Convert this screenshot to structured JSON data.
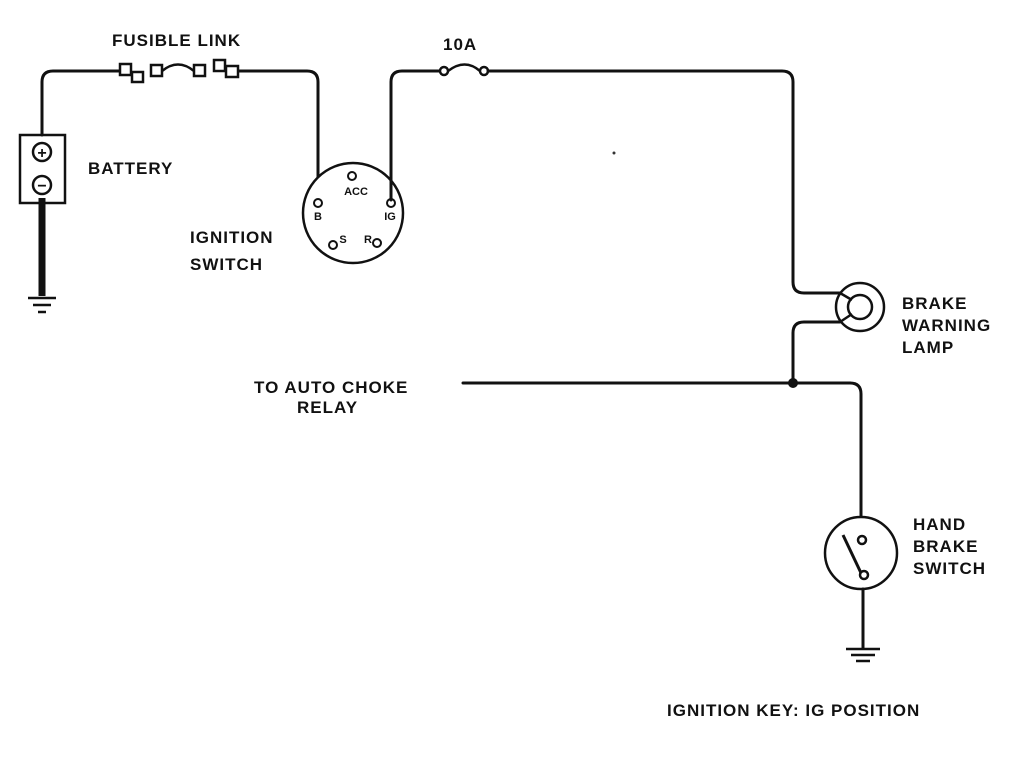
{
  "labels": {
    "fusible_link": "FUSIBLE LINK",
    "fuse": "10A",
    "battery": "BATTERY",
    "ignition_switch_line1": "IGNITION",
    "ignition_switch_line2": "SWITCH",
    "terminal_acc": "ACC",
    "terminal_b": "B",
    "terminal_ig": "IG",
    "terminal_s": "S",
    "terminal_r": "R",
    "brake_lamp_line1": "BRAKE",
    "brake_lamp_line2": "WARNING",
    "brake_lamp_line3": "LAMP",
    "choke_line1": "TO AUTO CHOKE",
    "choke_line2": "RELAY",
    "hand_brake_line1": "HAND",
    "hand_brake_line2": "BRAKE",
    "hand_brake_line3": "SWITCH",
    "caption": "IGNITION KEY: IG POSITION"
  },
  "symbols": {
    "battery_plus": "+",
    "battery_minus": "−"
  }
}
